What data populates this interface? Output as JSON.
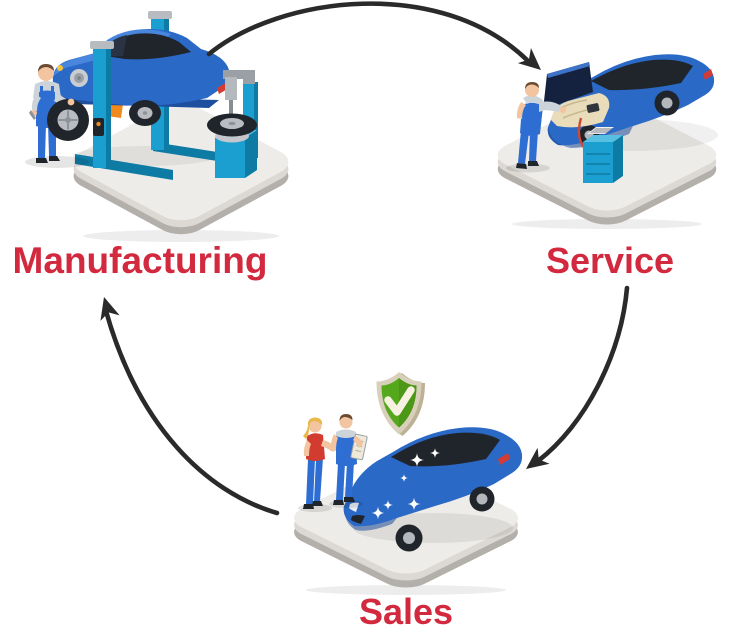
{
  "title": "Automotive lifecycle cycle diagram",
  "diagram": {
    "type": "cycle",
    "nodes": [
      {
        "id": "manufacturing",
        "label": "Manufacturing",
        "position": "top-left",
        "illustration": "blue car raised on two-post lift, mechanic holding a wheel, tire-changing machine, gray isometric platform"
      },
      {
        "id": "service",
        "label": "Service",
        "position": "top-right",
        "illustration": "mechanic inspecting engine of blue car with open hood, cyan diagnostic cart with red cable, gray isometric platform"
      },
      {
        "id": "sales",
        "label": "Sales",
        "position": "bottom-center",
        "illustration": "salesman with clipboard and customer woman beside shiny new blue car with sparkles and green approved shield, gray isometric platform"
      }
    ],
    "edges": [
      {
        "from": "manufacturing",
        "to": "service",
        "shape": "curved arrow arcing over the top"
      },
      {
        "from": "service",
        "to": "sales",
        "shape": "curved arrow sweeping down-left"
      },
      {
        "from": "sales",
        "to": "manufacturing",
        "shape": "curved arrow sweeping up-left"
      }
    ]
  },
  "colors": {
    "label": "#d2293f",
    "arrow": "#2a2a2a",
    "car_blue": "#2a69c6",
    "car_blue_dark": "#1d4f9e",
    "car_highlight": "#4f8de2",
    "dark": "#20242b",
    "platform_top": "#eeece8",
    "platform_mid": "#dcd8d4",
    "platform_side": "#b3afab",
    "lift_cyan": "#1b9fd1",
    "lift_cyan_dark": "#0e7ba5",
    "shield_green": "#55a71c",
    "shield_border": "#d9d0bb",
    "check_cream": "#f6f1e0",
    "skin": "#f2c4a0",
    "overall_blue": "#2e6ed2",
    "shirt_gray": "#ccd3d9",
    "hair_brown": "#6b4a32",
    "hair_blonde": "#e8b84b",
    "red_top": "#d23b30",
    "engine_cream": "#e8dcba",
    "cable_red": "#cc4a38",
    "jack_orange": "#f08a1d",
    "taillight_red": "#d23c34",
    "background": "#ffffff"
  }
}
